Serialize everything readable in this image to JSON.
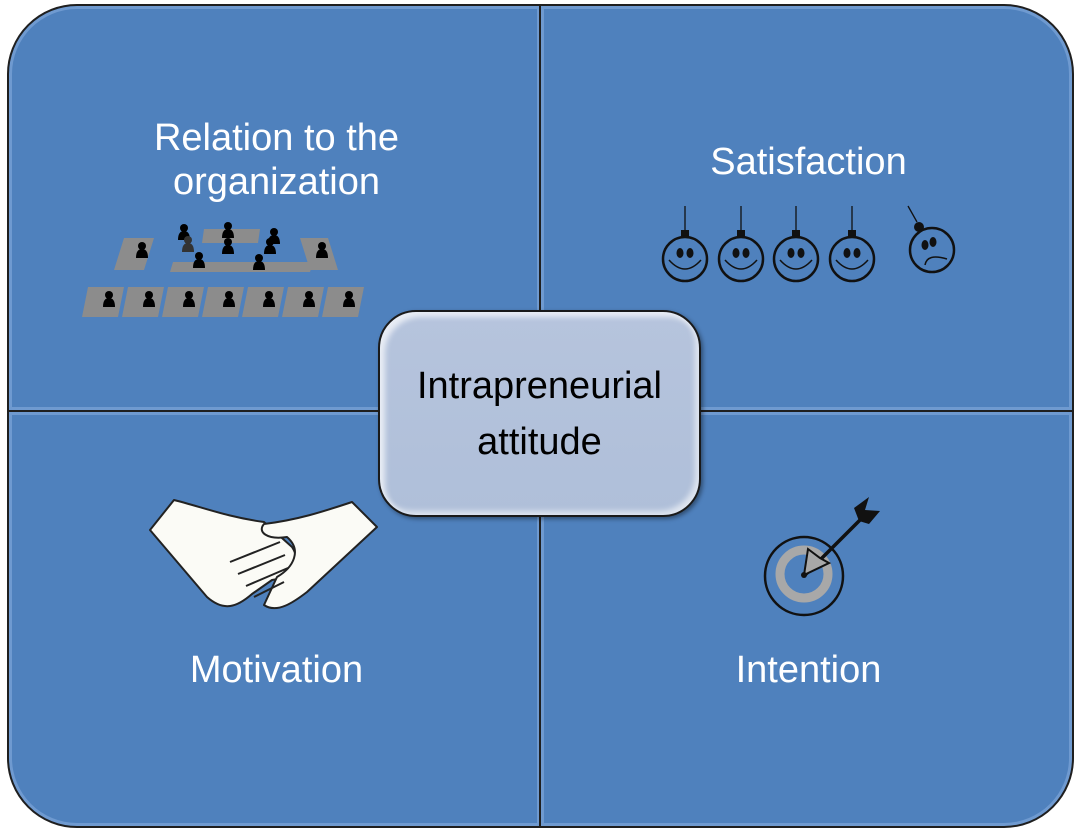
{
  "quadrants": {
    "top_left": {
      "label_line1": "Relation to the",
      "label_line2": "organization",
      "icon": "org-chart-icon"
    },
    "top_right": {
      "label": "Satisfaction",
      "icon": "smiley-ornaments-icon"
    },
    "bottom_left": {
      "label": "Motivation",
      "icon": "handshake-icon"
    },
    "bottom_right": {
      "label": "Intention",
      "icon": "target-arrow-icon"
    }
  },
  "center": {
    "line1": "Intrapreneurial",
    "line2": "attitude"
  },
  "colors": {
    "quadrant": "#4f81bd",
    "center": "#b3c2dc",
    "text": "#ffffff"
  }
}
